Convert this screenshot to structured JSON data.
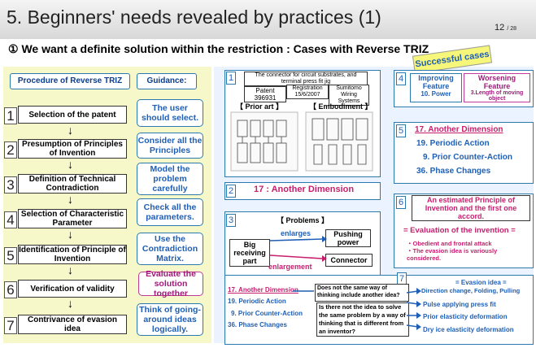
{
  "header": {
    "title": "5. Beginners' needs revealed by practices (1)",
    "page": "12",
    "total": "/ 28"
  },
  "subtitle": "① We want a definite solution within the restriction : Cases with Reverse TRIZ",
  "badge": "Successful cases",
  "left": {
    "procedure_label": "Procedure of Reverse TRIZ",
    "guidance_label": "Guidance:",
    "steps": [
      {
        "n": "1",
        "text": "Selection of the patent",
        "guide": "The user should select."
      },
      {
        "n": "2",
        "text": "Presumption of Principles of Invention",
        "guide": "Consider all the Principles"
      },
      {
        "n": "3",
        "text": "Definition of Technical Contradiction",
        "guide": "Model the problem carefully"
      },
      {
        "n": "4",
        "text": "Selection of Characteristic Parameter",
        "guide": "Check all the parameters."
      },
      {
        "n": "5",
        "text": "Identification of Principle of Invention",
        "guide": "Use the Contradiction Matrix."
      },
      {
        "n": "6",
        "text": "Verification of validity",
        "guide": "Evaluate the solution together"
      },
      {
        "n": "7",
        "text": "Contrivance of evasion idea",
        "guide": "Think of going-around ideas logically."
      }
    ]
  },
  "p1": {
    "n": "1",
    "title": "The connector for circuit substrates, and terminal press fit jig",
    "patent": "Patent 396931",
    "registration": "Registration 15/6/2007",
    "company": "Sumitomo Wiring Systems",
    "prior": "【 Prior art 】",
    "embodiment": "【 Embodiment 】"
  },
  "p2": {
    "n": "2",
    "text": "17 : Another Dimension"
  },
  "p3": {
    "n": "3",
    "title": "【 Problems 】",
    "big": "Big receiving part",
    "enlarges": "enlarges",
    "pushing": "Pushing power",
    "enlargement": "enlargement",
    "connector": "Connector"
  },
  "p4": {
    "n": "4",
    "improving": "Improving Feature",
    "improving_val": "10. Power",
    "worsening": "Worsening Feature",
    "worsening_val": "3.Length of moving object"
  },
  "p5": {
    "n": "5",
    "items": [
      "17. Another Dimension",
      "19. Periodic Action",
      "9. Prior Counter-Action",
      "36. Phase Changes"
    ]
  },
  "p6": {
    "n": "6",
    "principle": "An estimated Principle of Invention and the first one accord.",
    "eval": "= Evaluation of the invention =",
    "b1": "・Obedient and frontal attack",
    "b2": "・The evasion idea is variously considered."
  },
  "p7": {
    "n": "7",
    "items": [
      "17. Another Dimension",
      "19. Periodic Action",
      "9. Prior Counter-Action",
      "36. Phase Changes"
    ],
    "q1": "Does not the same way of thinking include another idea?",
    "q2": "Is there not the idea to solve the same problem by a way of thinking that is different from an inventor?",
    "evasion": "= Evasion idea =",
    "e1": "Direction change, Folding, Pulling",
    "e2": "Pulse applying press fit",
    "e3": "Prior elasticity deformation",
    "e4": "Dry ice elasticity deformation"
  }
}
